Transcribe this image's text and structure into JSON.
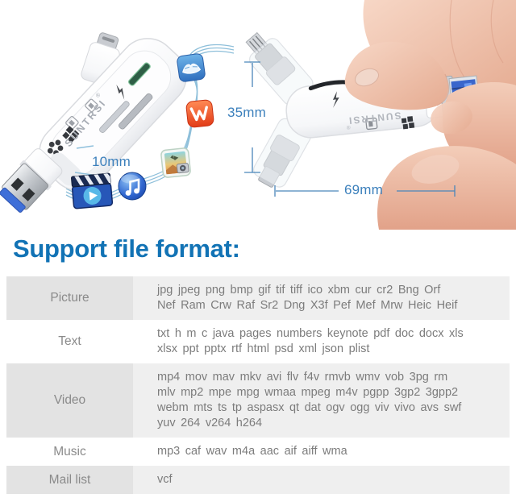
{
  "hero": {
    "brand": "SUNTRSI",
    "brand_mark": "®",
    "dimensions": {
      "thickness_label": "10mm",
      "height_label": "35mm",
      "length_label": "69mm"
    },
    "app_icons": [
      "photos-album-icon",
      "wps-writer-icon",
      "photo-gallery-icon",
      "music-player-icon",
      "video-clapper-icon"
    ],
    "device_features": [
      "usb-a-plug",
      "usb-c-plug",
      "micro-usb-plug",
      "lightning-plug",
      "sd-card-slot",
      "tf-card-slot"
    ]
  },
  "heading": "Support file format:",
  "format_table": {
    "rows": [
      {
        "label": "Picture",
        "formats": [
          "jpg jpeg png bmp gif tif tiff ico xbm cur cr2 Bng Orf",
          "Nef Ram Crw Raf Sr2 Dng X3f Pef Mef Mrw Heic Heif"
        ]
      },
      {
        "label": "Text",
        "formats": [
          "txt h m c java pages numbers keynote pdf doc docx xls",
          "xlsx ppt pptx rtf html psd xml json plist"
        ]
      },
      {
        "label": "Video",
        "formats": [
          "mp4 mov mav mkv avi flv f4v rmvb wmv vob 3pg rm",
          "mlv mp2 mpe mpg wmaa mpeg m4v pgpp 3gp2 3gpp2",
          "webm mts ts tp aspasx qt dat ogv ogg viv vivo avs swf",
          "yuv 264 v264 h264"
        ]
      },
      {
        "label": "Music",
        "formats": [
          "mp3 caf wav m4a aac aif aiff wma"
        ]
      },
      {
        "label": "Mail list",
        "formats": [
          "vcf"
        ]
      }
    ]
  },
  "colors": {
    "heading_blue": "#1273b5",
    "dimension_blue": "#3c80bc",
    "row_label_bg": "#e3e3e3",
    "row_value_bg": "#efefef",
    "table_text_gray": "#7c7c7c",
    "usb_blue": "#3f6fd8",
    "wps_red": "#f04e28",
    "wave_blue": "#82b9d6",
    "skin_tone": "#eec0ab"
  }
}
